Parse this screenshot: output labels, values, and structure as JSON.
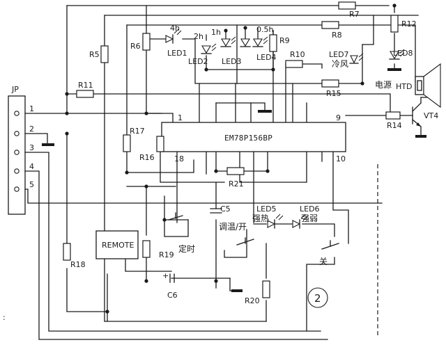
{
  "connector": {
    "name": "JP",
    "pins": [
      "1",
      "2",
      "3",
      "4",
      "5"
    ]
  },
  "ic": {
    "name": "EM78P156BP",
    "pins": [
      "1",
      "18",
      "9",
      "10"
    ]
  },
  "resistors": [
    "R7",
    "R12",
    "R8",
    "R5",
    "R6",
    "R9",
    "R10",
    "R11",
    "R15",
    "R14",
    "R17",
    "R16",
    "R21",
    "R18",
    "R19",
    "R20"
  ],
  "leds": [
    "LED1",
    "LED2",
    "LED3",
    "LED4",
    "LED5",
    "LED6",
    "LED7",
    "LED8"
  ],
  "time_labels": [
    "4h",
    "2h",
    "1h",
    "0.5h"
  ],
  "capacitors": [
    "C5",
    "C6"
  ],
  "transistor": "VT4",
  "buzzer": "HTD",
  "remote": "REMOTE",
  "cn_labels": {
    "cold_wind": "冷风",
    "power": "电源",
    "timer": "定时",
    "temp_open": "调温/开",
    "strong_heat": "强热",
    "strong_weak": "强弱",
    "off": "关"
  },
  "circle_number": "2",
  "edge_mark": ":"
}
